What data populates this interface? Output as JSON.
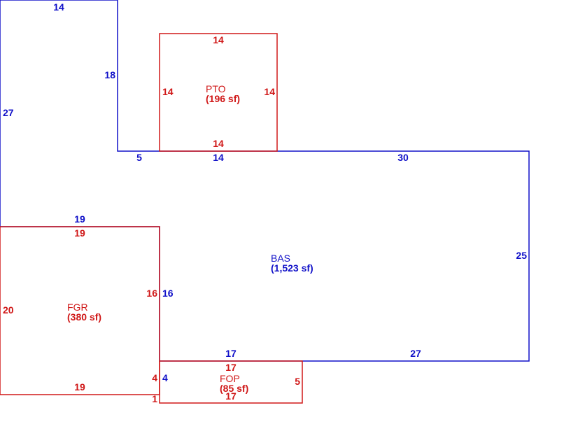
{
  "colors": {
    "base": "#1010c8",
    "addition": "#d01818"
  },
  "areas": {
    "bas": {
      "name": "BAS",
      "size": "(1,523 sf)"
    },
    "pto": {
      "name": "PTO",
      "size": "(196 sf)"
    },
    "fgr": {
      "name": "FGR",
      "size": "(380 sf)"
    },
    "fop": {
      "name": "FOP",
      "size": "(85 sf)"
    }
  },
  "dimensions": {
    "bas_top_left": "14",
    "bas_inner_vertical": "18",
    "bas_left_upper": "27",
    "bas_step_left": "5",
    "bas_step_mid": "14",
    "bas_top_right": "30",
    "bas_right": "25",
    "bas_garage_top": "19",
    "bas_garage_side": "16",
    "bas_bottom_left": "17",
    "bas_bottom_right": "27",
    "bas_small_vertical": "4",
    "pto_top": "14",
    "pto_left": "14",
    "pto_right": "14",
    "pto_bottom": "14",
    "fgr_top": "19",
    "fgr_left": "20",
    "fgr_right": "16",
    "fgr_bottom": "19",
    "fgr_small_vertical": "4",
    "fgr_small_horizontal": "1",
    "fop_top": "17",
    "fop_right": "5",
    "fop_bottom": "17"
  }
}
